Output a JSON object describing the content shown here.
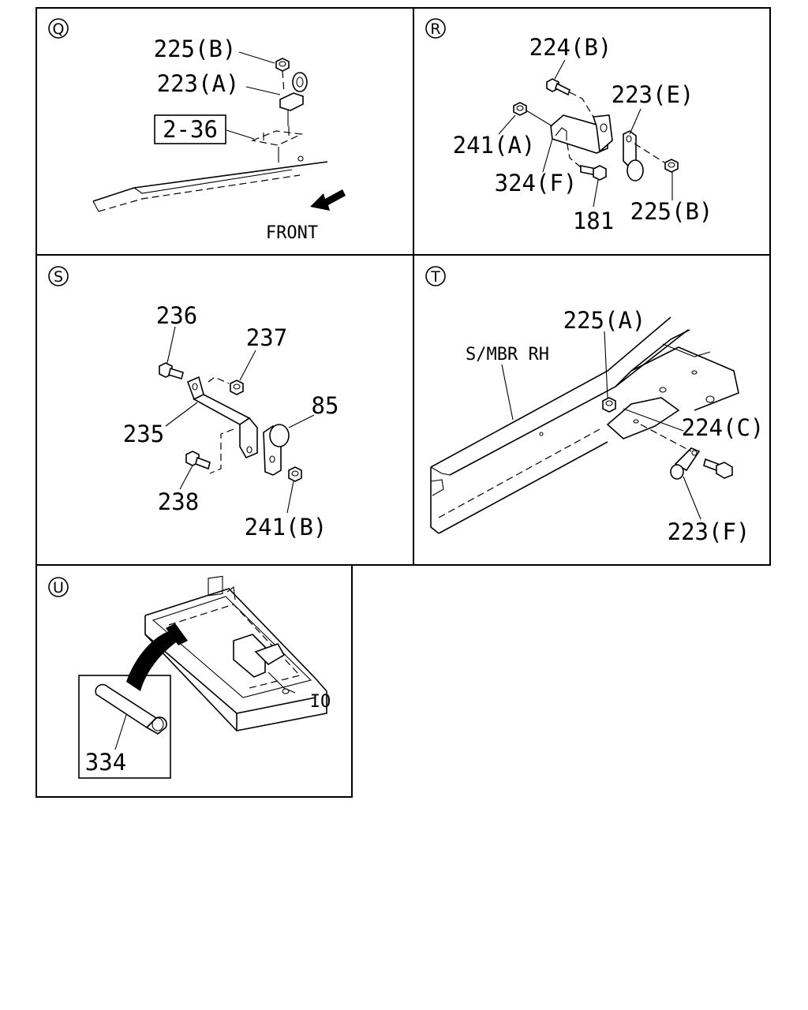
{
  "panels": {
    "q": {
      "id": "Q",
      "labels": {
        "l225b": "225(B)",
        "l223a": "223(A)",
        "ref": "2-36",
        "front": "FRONT"
      }
    },
    "r": {
      "id": "R",
      "labels": {
        "l224b": "224(B)",
        "l223e": "223(E)",
        "l241a": "241(A)",
        "l324f": "324(F)",
        "l181": "181",
        "l225b": "225(B)"
      }
    },
    "s": {
      "id": "S",
      "labels": {
        "l236": "236",
        "l237": "237",
        "l85": "85",
        "l235": "235",
        "l238": "238",
        "l241b": "241(B)"
      }
    },
    "t": {
      "id": "T",
      "labels": {
        "l225a": "225(A)",
        "smbr": "S/MBR RH",
        "l224c": "224(C)",
        "l223f": "223(F)"
      }
    },
    "u": {
      "id": "U",
      "labels": {
        "l334": "334"
      }
    }
  }
}
